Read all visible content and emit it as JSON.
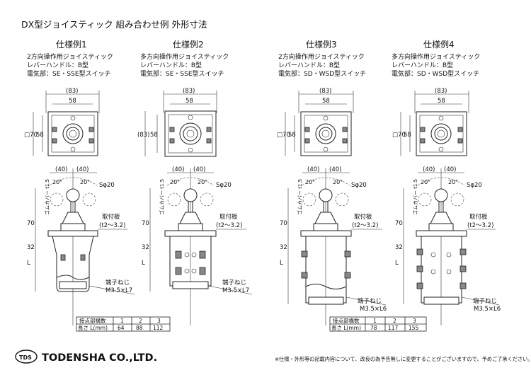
{
  "title": "DX型ジョイスティック 組み合わせ例 外形寸法",
  "specs": [
    {
      "name": "仕様例1",
      "lines": [
        "2方向操作用ジョイスティック",
        "レバーハンドル：B型",
        "電気部：SE・SSE型スイッチ"
      ]
    },
    {
      "name": "仕様例2",
      "lines": [
        "多方向操作用ジョイスティック",
        "レバーハンドル：B型",
        "電気部：SE・SSE型スイッチ"
      ]
    },
    {
      "name": "仕様例3",
      "lines": [
        "2方向操作用ジョイスティック",
        "レバーハンドル：B型",
        "電気部：SD・WSD型スイッチ"
      ]
    },
    {
      "name": "仕様例4",
      "lines": [
        "多方向操作用ジョイスティック",
        "レバーハンドル：B型",
        "電気部：SD・WSD型スイッチ"
      ]
    }
  ],
  "dims": {
    "w83": "(83)",
    "w58": "58",
    "h70": "□70",
    "h58": "58",
    "h83": "(83)",
    "a40": "(40)",
    "deg20": "20°",
    "sphere": "Sφ20",
    "cover": "ゴムカバー t1.5",
    "v70": "70",
    "v32": "32",
    "vL": "L",
    "plate": "取付板",
    "plate_t": "(t2～3.2)",
    "terminal": "端子ねじ",
    "screw_a": "M3.5×L7",
    "screw_b": "M3.5×L6"
  },
  "table_a": {
    "h1": "接点部構数",
    "h2": "長さ L(mm)",
    "cols": [
      "1",
      "2",
      "3"
    ],
    "vals": [
      "64",
      "88",
      "112"
    ]
  },
  "table_b": {
    "h1": "接点部構数",
    "h2": "長さ L(mm)",
    "cols": [
      "1",
      "2",
      "3"
    ],
    "vals": [
      "78",
      "117",
      "155"
    ]
  },
  "footer": {
    "logo": "TDS",
    "company": "TODENSHA CO.,LTD.",
    "note": "※仕様・外形等の記載内容について、改良の為予告無しに変更することがございますので、予めご了承ください。"
  }
}
